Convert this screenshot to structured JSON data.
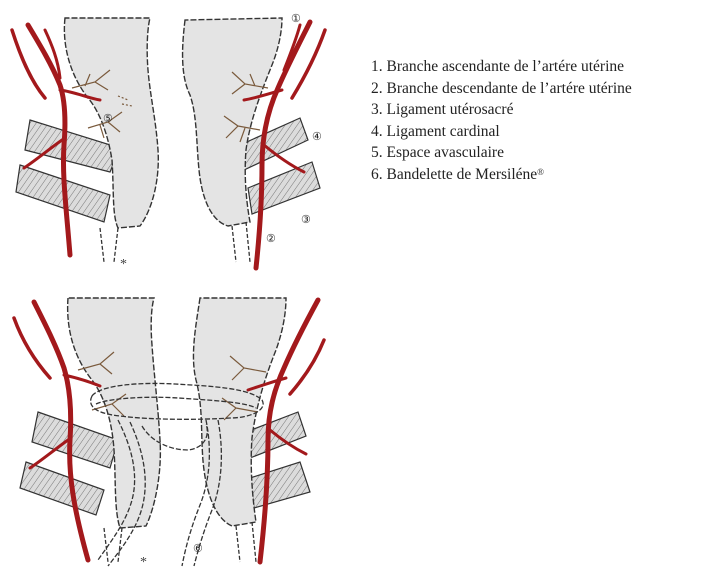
{
  "legend": {
    "items": [
      {
        "number": "1.",
        "text": "Branche ascendante de l’artére utérine"
      },
      {
        "number": "2.",
        "text": "Branche descendante de l’artére utérine"
      },
      {
        "number": "3.",
        "text": "Ligament utérosacré"
      },
      {
        "number": "4.",
        "text": "Ligament cardinal"
      },
      {
        "number": "5.",
        "text": "Espace avasculaire"
      },
      {
        "number": "6.",
        "text": "Bandelette de Mersiléne",
        "superscript": "®"
      }
    ]
  },
  "callouts": {
    "top": [
      "①",
      "②",
      "③",
      "④",
      "⑤"
    ],
    "bottom": [
      "⑥"
    ]
  },
  "marks": {
    "asterisk": "*"
  },
  "colors": {
    "artery": "#a3191c",
    "tissue": "#e4e4e4",
    "outline": "#333333",
    "vessel_branch": "#7a5a3c",
    "ligament": "#d8d8d8"
  }
}
